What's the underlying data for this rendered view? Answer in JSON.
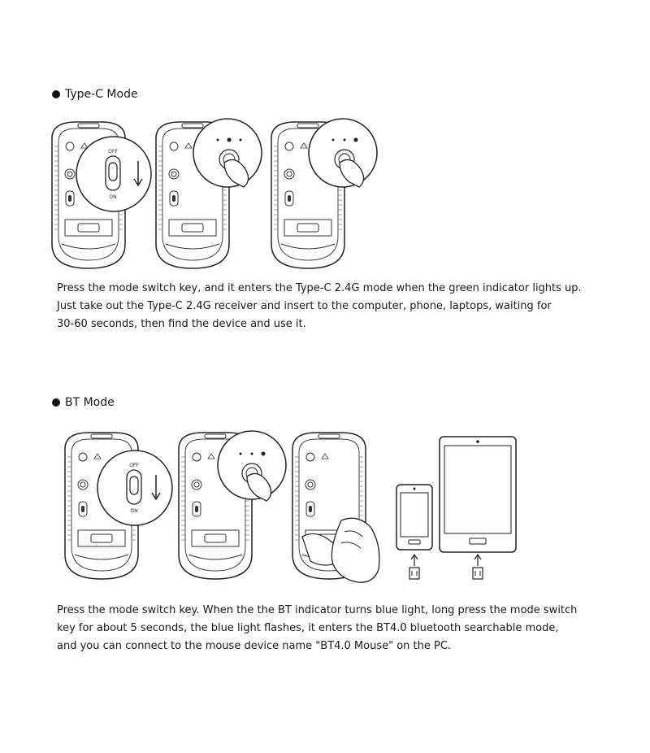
{
  "sections": [
    {
      "heading": "Type-C Mode",
      "lines": [
        "Press the mode switch key, and it enters the Type-C 2.4G mode when the green indicator lights up.",
        "Just take out the Type-C 2.4G receiver and insert to the computer, phone, laptops, waiting for",
        "30-60 seconds, then find the device and use it."
      ]
    },
    {
      "heading": "BT Mode",
      "lines": [
        "Press the mode switch key. When the the BT indicator turns blue light, long press the mode switch",
        "key for about 5 seconds, the blue light flashes, it enters the BT4.0 bluetooth searchable mode,",
        "and you can connect to the mouse device name \"BT4.0 Mouse\" on the PC."
      ]
    }
  ],
  "figure_labels": {
    "switch_off": "OFF",
    "switch_on": "ON"
  }
}
